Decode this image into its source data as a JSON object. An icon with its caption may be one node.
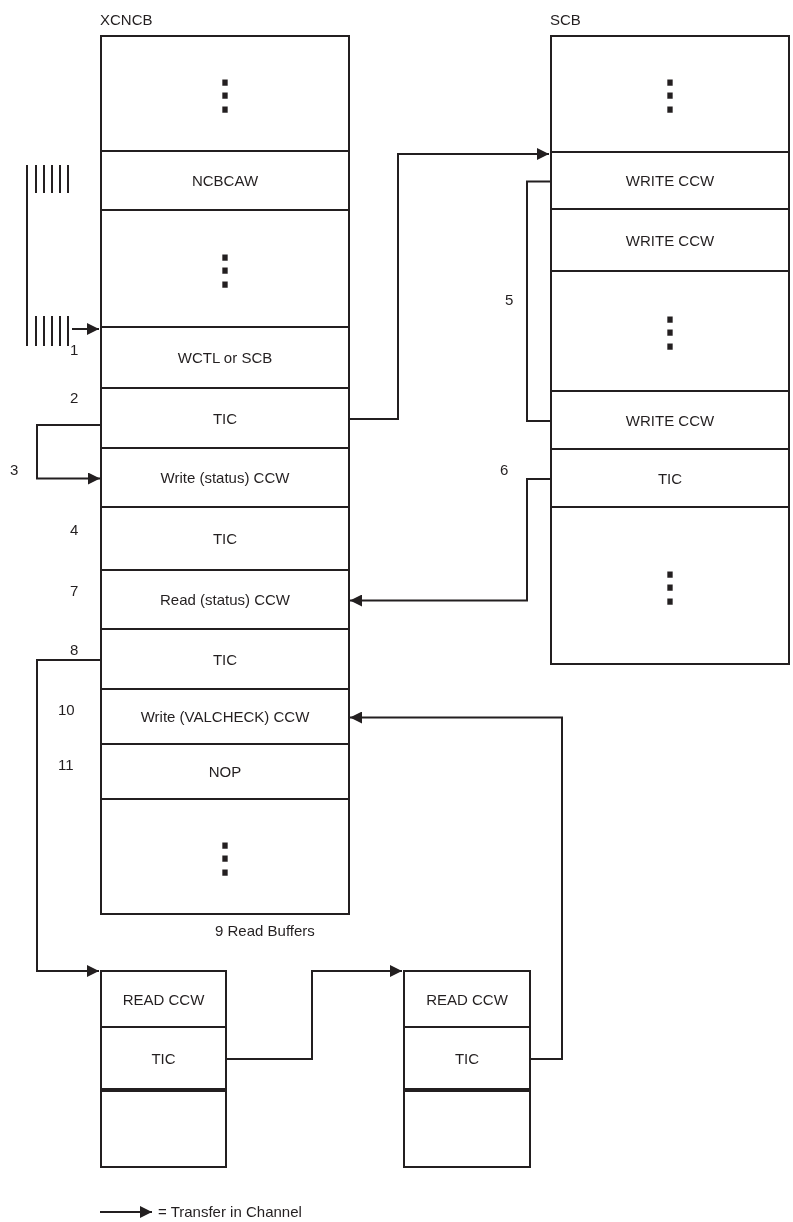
{
  "diagram": {
    "nodes": [
      {
        "text": [
          "XCNCB"
        ]
      },
      {
        "text": [
          "⋮"
        ],
        "in": 0
      },
      {
        "text": [
          "NCBCAW"
        ],
        "in": 0
      },
      {
        "text": [
          "⋮"
        ],
        "in": 0
      },
      {
        "text": [
          "WCTL or SCB"
        ],
        "in": 0,
        "beside": [
          "1"
        ]
      },
      {
        "text": [
          "TIC"
        ],
        "in": 0,
        "beside": [
          "2"
        ]
      },
      {
        "text": [
          "Write (status) CCW"
        ],
        "in": 0
      },
      {
        "text": [
          "TIC"
        ],
        "in": 0,
        "beside": [
          "4"
        ]
      },
      {
        "text": [
          "Read (status) CCW"
        ],
        "in": 0,
        "beside": [
          "7"
        ]
      },
      {
        "text": [
          "TIC"
        ],
        "in": 0,
        "beside": [
          "8"
        ]
      },
      {
        "text": [
          "Write (VALCHECK) CCW"
        ],
        "in": 0,
        "beside": [
          "10"
        ]
      },
      {
        "text": [
          "NOP"
        ],
        "in": 0,
        "beside": [
          "11"
        ]
      },
      {
        "text": [
          "⋮"
        ],
        "in": 0
      },
      {
        "text": [
          "SCB"
        ]
      },
      {
        "text": [
          "⋮"
        ],
        "in": 13
      },
      {
        "text": [
          "WRITE CCW"
        ],
        "in": 13
      },
      {
        "text": [
          "WRITE CCW"
        ],
        "in": 13
      },
      {
        "text": [
          "⋮"
        ],
        "in": 13
      },
      {
        "text": [
          "WRITE CCW"
        ],
        "in": 13
      },
      {
        "text": [
          "TIC"
        ],
        "in": 13,
        "beside": [
          "6"
        ]
      },
      {
        "text": [
          "⋮"
        ],
        "in": 13
      },
      {
        "text": [],
        "shape": "box"
      },
      {
        "text": [
          "READ CCW"
        ],
        "in": 21
      },
      {
        "text": [
          "TIC"
        ],
        "in": 21
      },
      {
        "text": [],
        "shape": "box",
        "in": 21
      },
      {
        "text": [],
        "shape": "box"
      },
      {
        "text": [
          "READ CCW"
        ],
        "in": 25
      },
      {
        "text": [
          "TIC"
        ],
        "in": 25
      },
      {
        "text": [],
        "shape": "box",
        "in": 25
      }
    ],
    "edges": [
      {
        "from": null,
        "to": 4,
        "arrow": "to"
      },
      {
        "from": 5,
        "to": 15,
        "arrow": "to"
      },
      {
        "from": 5,
        "to": 6,
        "arrow": "to"
      },
      {
        "from": 15,
        "to": 18,
        "arrow": "none",
        "label": "5"
      },
      {
        "from": 19,
        "to": 8,
        "arrow": "to"
      },
      {
        "from": 9,
        "to": 22,
        "arrow": "to"
      },
      {
        "from": 23,
        "to": 26,
        "arrow": "to"
      },
      {
        "from": 27,
        "to": 10,
        "arrow": "to"
      }
    ],
    "labels": [
      "3",
      "9 Read Buffers"
    ],
    "legend": [
      {
        "text": "= Transfer in Channel"
      }
    ]
  }
}
